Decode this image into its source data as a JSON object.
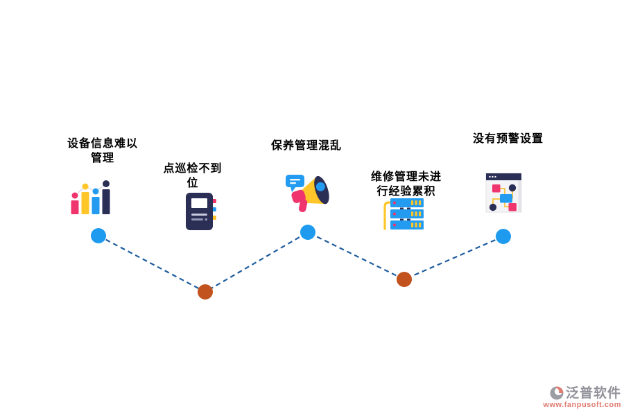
{
  "nodes": [
    {
      "line1": "设备信息难以",
      "line2": "管理",
      "icon": "bar-chart-icon"
    },
    {
      "line1": "点巡检不到",
      "line2": "位",
      "icon": "notebook-icon"
    },
    {
      "line1": "保养管理混乱",
      "line2": "",
      "icon": "megaphone-icon"
    },
    {
      "line1": "维修管理未进",
      "line2": "行经验累积",
      "icon": "server-stack-icon"
    },
    {
      "line1": "没有预警设置",
      "line2": "",
      "icon": "alert-window-icon"
    }
  ],
  "watermark": {
    "brand": "泛普软件",
    "url": "www.fanpusoft.com"
  },
  "colors": {
    "background": "#FFFFFF",
    "label-black": "#000000",
    "accent-pink": "#F0356E",
    "accent-yellow": "#FFC629",
    "accent-blue": "#229BF0",
    "accent-navy": "#2B2E55",
    "dot-blue": "#1E9BEF",
    "dot-orange": "#C2521E",
    "line-blue": "#1E5C9E",
    "watermark-grey": "#92929A",
    "watermark-salmon": "#E07B70"
  }
}
